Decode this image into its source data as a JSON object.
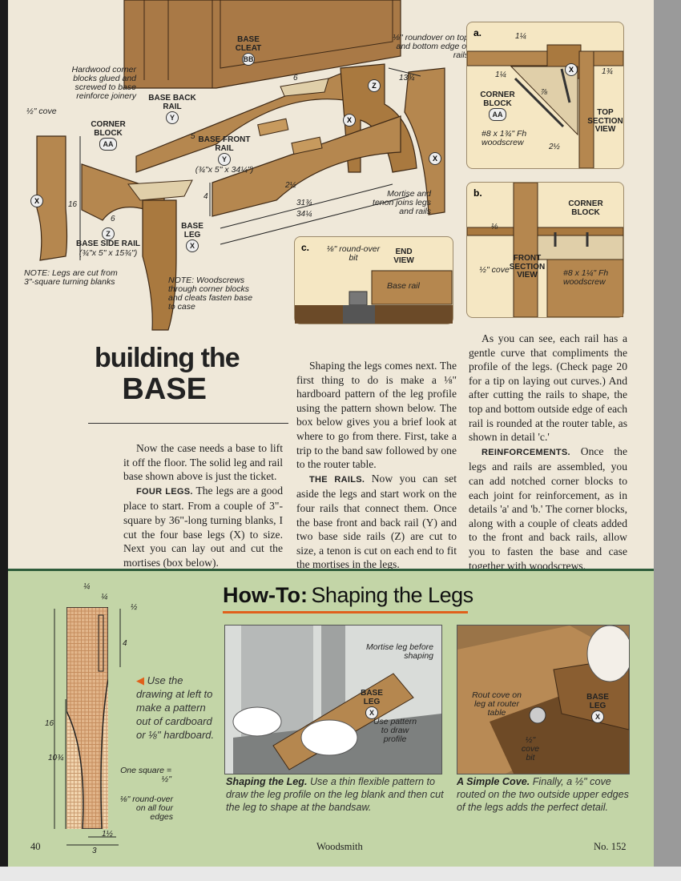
{
  "header_drawing": {
    "labels": {
      "base_cleat": "BASE CLEAT",
      "base_cleat_mark": "BB",
      "roundover": "⅛\" roundover on top and bottom edge of rails",
      "corner_blocks": "Hardwood corner blocks glued and screwed to base reinforce joinery",
      "base_back_rail": "BASE BACK RAIL",
      "base_back_rail_mark": "Y",
      "half_cove": "½\" cove",
      "corner_block": "CORNER BLOCK",
      "corner_block_mark": "AA",
      "base_front_rail": "BASE FRONT RAIL",
      "base_front_rail_mark": "Y",
      "base_front_rail_dims": "(¾\"x 5\" x 34¼\")",
      "mortise_tenon": "Mortise and tenon joins legs and rails",
      "base_side_rail": "BASE SIDE RAIL",
      "base_side_rail_mark": "Z",
      "base_side_rail_dims": "(¾\"x 5\" x 15¾\")",
      "base_leg": "BASE LEG",
      "base_leg_mark": "X",
      "note_legs": "NOTE: Legs are cut from 3\"-square turning blanks",
      "note_screws": "NOTE: Woodscrews through corner blocks and cleats fasten base to case",
      "leg_mark_x": "X",
      "leg_mark_z": "Z",
      "dim_6a": "6",
      "dim_6b": "6",
      "dim_13_3_4": "13¾",
      "dim_5": "5",
      "dim_4": "4",
      "dim_2_1_2": "2½",
      "dim_31_3_4": "31¾",
      "dim_34_1_4": "34¼",
      "dim_16": "16"
    }
  },
  "detail_a": {
    "letter": "a.",
    "top_dim": "1¼",
    "side_dim": "1¾",
    "dim_1_1_4": "1¼",
    "dim_7_8": "⅞",
    "corner_block": "CORNER BLOCK",
    "corner_block_mark": "AA",
    "mark_x": "X",
    "screw": "#8 x 1¾\" Fh woodscrew",
    "dim_2_1_2": "2½",
    "view": "TOP SECTION VIEW"
  },
  "detail_b": {
    "letter": "b.",
    "corner_block": "CORNER BLOCK",
    "dim_1_8": "⅛",
    "half_cove": "½\" cove",
    "view": "FRONT SECTION VIEW",
    "screw": "#8 x 1¼\" Fh woodscrew"
  },
  "detail_c": {
    "letter": "c.",
    "bit": "⅛\" round-over bit",
    "view": "END VIEW",
    "rail": "Base rail"
  },
  "title": {
    "line1": "building the",
    "line2": "BASE"
  },
  "article": {
    "col1": {
      "p1": "Now the case needs a base to lift it off the floor. The solid leg and rail base shown above is just the ticket.",
      "p2_head": "FOUR LEGS.",
      "p2": "The legs are a good place to start. From a couple of 3\"-square by 36\"-long turning blanks, I cut the four base legs (X) to size. Next you can lay out and cut the mortises (box below)."
    },
    "col2": {
      "p1": "Shaping the legs comes next. The first thing to do is make a ⅛\" hardboard pattern of the leg profile using the pattern shown below. The box below gives you a brief look at where to go from there. First, take a trip to the band saw followed by one to the router table.",
      "p2_head": "THE RAILS.",
      "p2": "Now you can set aside the legs and start work on the four rails that connect them. Once the base front and back rail (Y) and two base side rails (Z) are cut to size, a tenon is cut on each end to fit the mortises in the legs."
    },
    "col3": {
      "p1": "As you can see, each rail has a gentle curve that compliments the profile of the legs. (Check page 20 for a tip on laying out curves.) And after cutting the rails to shape, the top and bottom outside edge of each rail is rounded at the router table, as shown in detail 'c.'",
      "p2_head": "REINFORCEMENTS.",
      "p2": "Once the legs and rails are assembled, you can add notched corner blocks to each joint for reinforcement, as in details 'a' and 'b.' The corner blocks, along with a couple of cleats added to the front and back rails, allow you to fasten the base and case together with woodscrews."
    }
  },
  "howto": {
    "title_bold": "How-To:",
    "title_rest": "Shaping the Legs",
    "instruction": "Use the drawing at left to make a pattern out of cardboard or ⅛\" hardboard.",
    "pattern_dims": {
      "d_1_4": "¼",
      "d_1_4b": "¼",
      "d_1_2": "½",
      "d_4": "4",
      "d_16": "16",
      "d_10_3_4": "10¾",
      "d_1_1_2": "1½",
      "d_3": "3"
    },
    "one_square": "One square = ½\"",
    "roundover": "⅛\" round-over on all four edges",
    "photo1": {
      "label_mortise": "Mortise leg before shaping",
      "label_base_leg": "BASE LEG",
      "label_base_leg_mark": "X",
      "label_pattern": "Use pattern to draw profile",
      "caption_head": "Shaping the Leg.",
      "caption": "Use a thin flexible pattern to draw the leg profile on the leg blank and then cut the leg to shape at the bandsaw."
    },
    "photo2": {
      "label_rout": "Rout cove on leg at router table",
      "label_base_leg": "BASE LEG",
      "label_base_leg_mark": "X",
      "label_bit": "½\" cove bit",
      "caption_head": "A Simple Cove.",
      "caption": "Finally, a ½\" cove routed on the two outside upper edges of the legs adds the perfect detail."
    }
  },
  "footer": {
    "page": "40",
    "magazine": "Woodsmith",
    "issue": "No. 152"
  },
  "colors": {
    "wood": "#b5874f",
    "wood_dark": "#8a5e31",
    "panel_cream": "#f5e7c3",
    "howto_green": "#c3d5a7",
    "title_orange": "#e0601a"
  }
}
